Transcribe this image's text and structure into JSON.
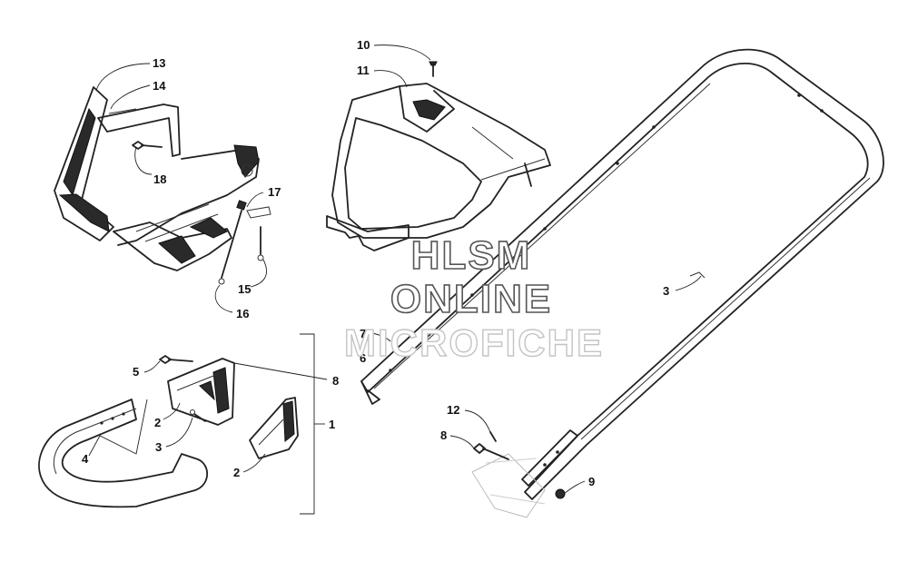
{
  "diagram": {
    "callouts": [
      {
        "key": "c13",
        "text": "13"
      },
      {
        "key": "c14",
        "text": "14"
      },
      {
        "key": "c18",
        "text": "18"
      },
      {
        "key": "c17",
        "text": "17"
      },
      {
        "key": "c15",
        "text": "15"
      },
      {
        "key": "c16",
        "text": "16"
      },
      {
        "key": "c10",
        "text": "10"
      },
      {
        "key": "c11",
        "text": "11"
      },
      {
        "key": "c7",
        "text": "7"
      },
      {
        "key": "c6",
        "text": "6"
      },
      {
        "key": "c8a",
        "text": "8"
      },
      {
        "key": "c1",
        "text": "1"
      },
      {
        "key": "c5",
        "text": "5"
      },
      {
        "key": "c2a",
        "text": "2"
      },
      {
        "key": "c3a",
        "text": "3"
      },
      {
        "key": "c4",
        "text": "4"
      },
      {
        "key": "c2b",
        "text": "2"
      },
      {
        "key": "c3b",
        "text": "3"
      },
      {
        "key": "c12",
        "text": "12"
      },
      {
        "key": "c8b",
        "text": "8"
      },
      {
        "key": "c9",
        "text": "9"
      }
    ]
  },
  "watermark": {
    "line1": "HLSM",
    "line2": "ONLINE",
    "line3": "MICROFICHE"
  },
  "colors": {
    "ink": "#222222",
    "part_fill": "#2a2a2a",
    "watermark_stroke": "#555555",
    "watermark_faint": "#c4c4c4"
  }
}
